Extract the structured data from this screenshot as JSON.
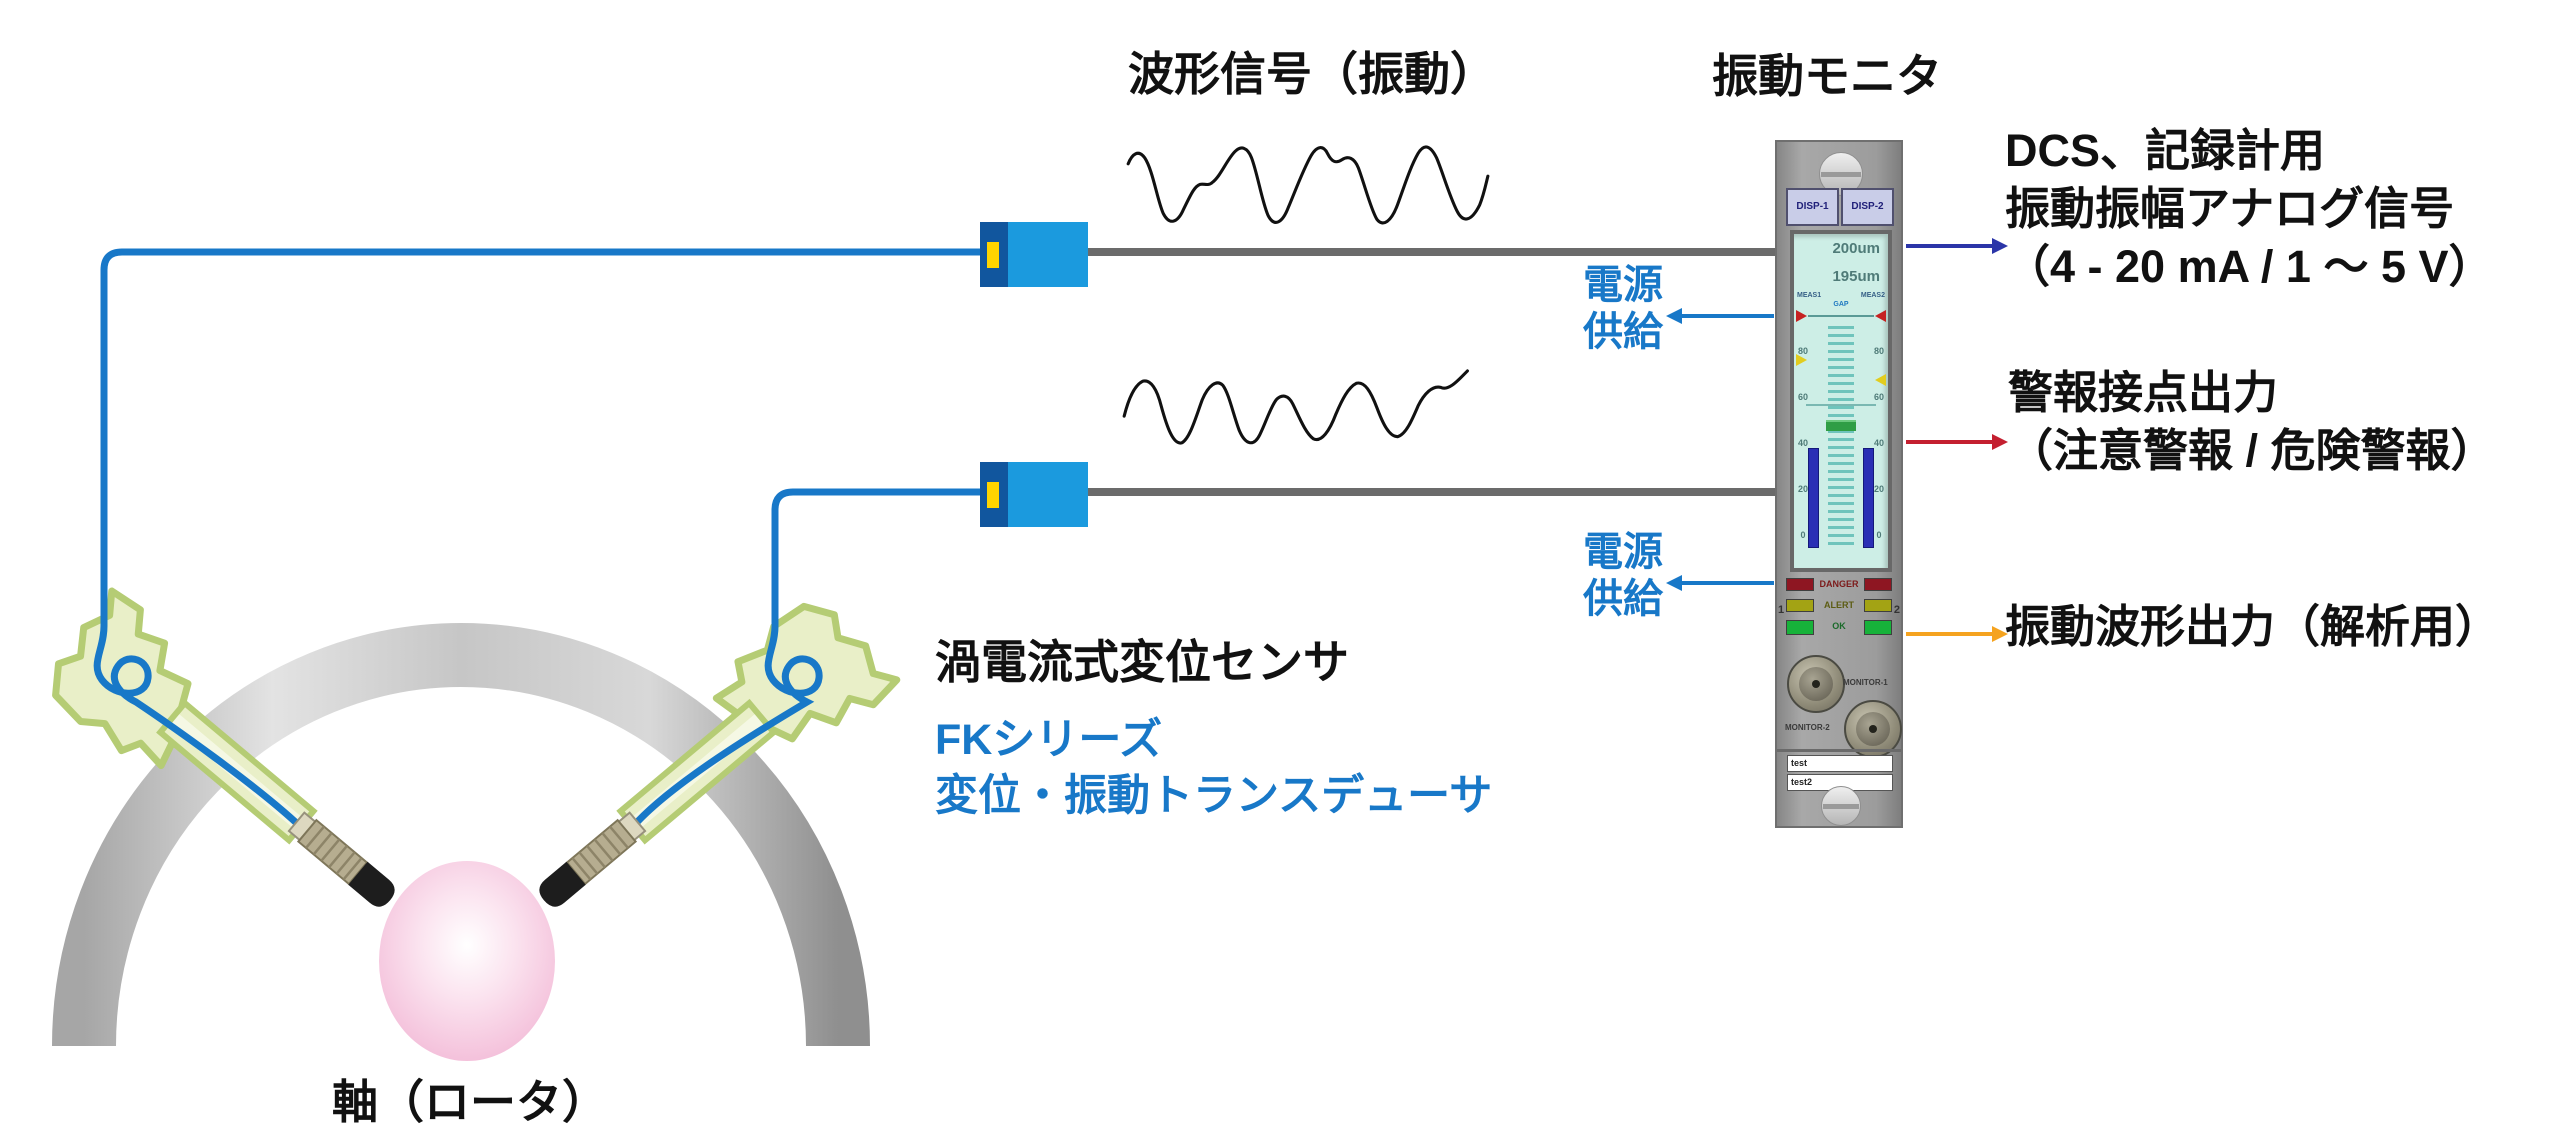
{
  "labels": {
    "waveform_title": "波形信号（振動）",
    "monitor_title": "振動モニタ",
    "sensor_title": "渦電流式変位センサ",
    "sensor_series": "FKシリーズ",
    "sensor_series2": "変位・振動トランスデューサ",
    "shaft": "軸（ロータ）",
    "power_line1": "電源",
    "power_line2": "供給"
  },
  "outputs": {
    "analog_line1": "DCS、記録計用",
    "analog_line2": "振動振幅アナログ信号",
    "analog_line3": "（4 - 20 mA / 1 ～ 5 V）",
    "alarm_line1": "警報接点出力",
    "alarm_line2": "（注意警報 / 危険警報）",
    "wave_out": "振動波形出力（解析用）"
  },
  "monitor": {
    "disp1": "DISP-1",
    "disp2": "DISP-2",
    "readout_top": "200um",
    "readout_bottom": "195um",
    "meas1": "MEAS1",
    "meas2": "MEAS2",
    "gap": "GAP",
    "scale_ticks": [
      "80",
      "60",
      "40",
      "20",
      "0"
    ],
    "lamp_danger": "DANGER",
    "lamp_alert": "ALERT",
    "lamp_ok": "OK",
    "ch1": "1",
    "ch2": "2",
    "monitor1": "MONITOR-1",
    "monitor2": "MONITOR-2",
    "field1": "test",
    "field2": "test2"
  },
  "icons": {
    "screw": "screw-icon",
    "bnc": "bnc-connector-icon",
    "arrow_right": "arrow-right-icon",
    "arrow_left": "arrow-left-icon"
  },
  "colors": {
    "cable_blue": "#1878c8",
    "connector_blue": "#1b9ade",
    "connector_dark_blue": "#11569e",
    "connector_yellow": "#ffd400",
    "signal_line_gray": "#6b6b6b",
    "arrow_analog_blue": "#2b35a8",
    "arrow_alarm_red": "#c41f30",
    "arrow_waveform_orange": "#f5a31f",
    "power_text_blue": "#1878c8",
    "series_text_blue": "#1878c8",
    "screen_bg": "#cdeee6",
    "lamp_danger": "#8e1622",
    "lamp_alert": "#a3a314",
    "lamp_ok": "#17b23a",
    "bar_blue": "#2a2fb5",
    "rotor_pink": "#f2b8d4",
    "sensor_green": "#e9efc8"
  }
}
